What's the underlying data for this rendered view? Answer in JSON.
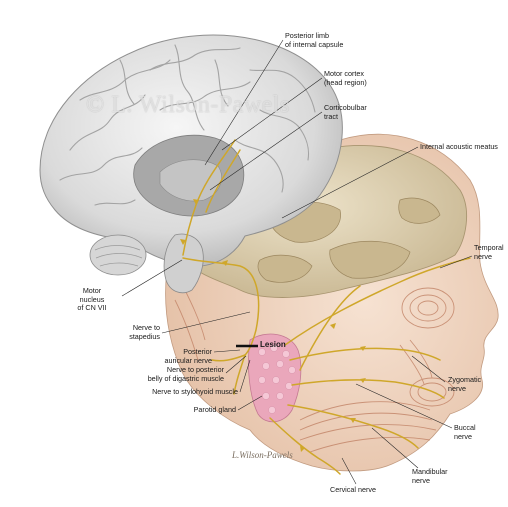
{
  "watermark": "© L. Wilson-Pawels",
  "signature": "L.Wilson-Pawels",
  "labels": {
    "posterior_limb": "Posterior limb\nof internal capsule",
    "motor_cortex": "Motor cortex\n(head region)",
    "corticobulbar": "Corticobulbar\ntract",
    "internal_acoustic": "Internal acoustic meatus",
    "temporal_nerve": "Temporal\nnerve",
    "motor_nucleus": "Motor\nnucleus\nof CN VII",
    "nerve_stapedius": "Nerve to\nstapedius",
    "lesion": "Lesion",
    "posterior_auricular": "Posterior\nauricular nerve",
    "nerve_digastric": "Nerve to posterior\nbelly of digastric muscle",
    "nerve_stylohyoid": "Nerve to stylohyoid muscle",
    "parotid_gland": "Parotid gland",
    "zygomatic_nerve": "Zygomatic\nnerve",
    "buccal_nerve": "Buccal\nnerve",
    "mandibular_nerve": "Mandibular\nnerve",
    "cervical_nerve": "Cervical nerve"
  },
  "colors": {
    "brain": "#e4e4e4",
    "brain_shadow": "#a9a9a9",
    "skull": "#d8ccaf",
    "skin": "#f2d9c4",
    "muscle": "#c98d73",
    "nerve": "#cfa72a",
    "parotid": "#e6a0b4"
  }
}
